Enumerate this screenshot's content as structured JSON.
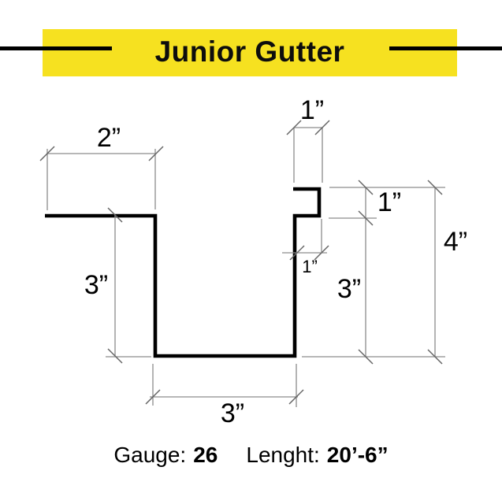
{
  "header": {
    "title": "Junior Gutter",
    "banner_color": "#F6E120",
    "rule_color": "#000000"
  },
  "diagram": {
    "title": "Junior Gutter profile cross-section",
    "profile_color": "#000000",
    "dimension_line_color": "#8c8c8c",
    "tick_color": "#666666",
    "labels": {
      "flange_width": "2”",
      "hook_top_width": "1”",
      "hook_height": "1”",
      "hook_bottom_width": "1”",
      "left_depth": "3”",
      "right_depth": "3”",
      "overall_height": "4”",
      "bottom_width": "3”"
    }
  },
  "footer": {
    "gauge_label": "Gauge:",
    "gauge_value": "26",
    "length_label": "Lenght:",
    "length_value": "20’-6”"
  }
}
